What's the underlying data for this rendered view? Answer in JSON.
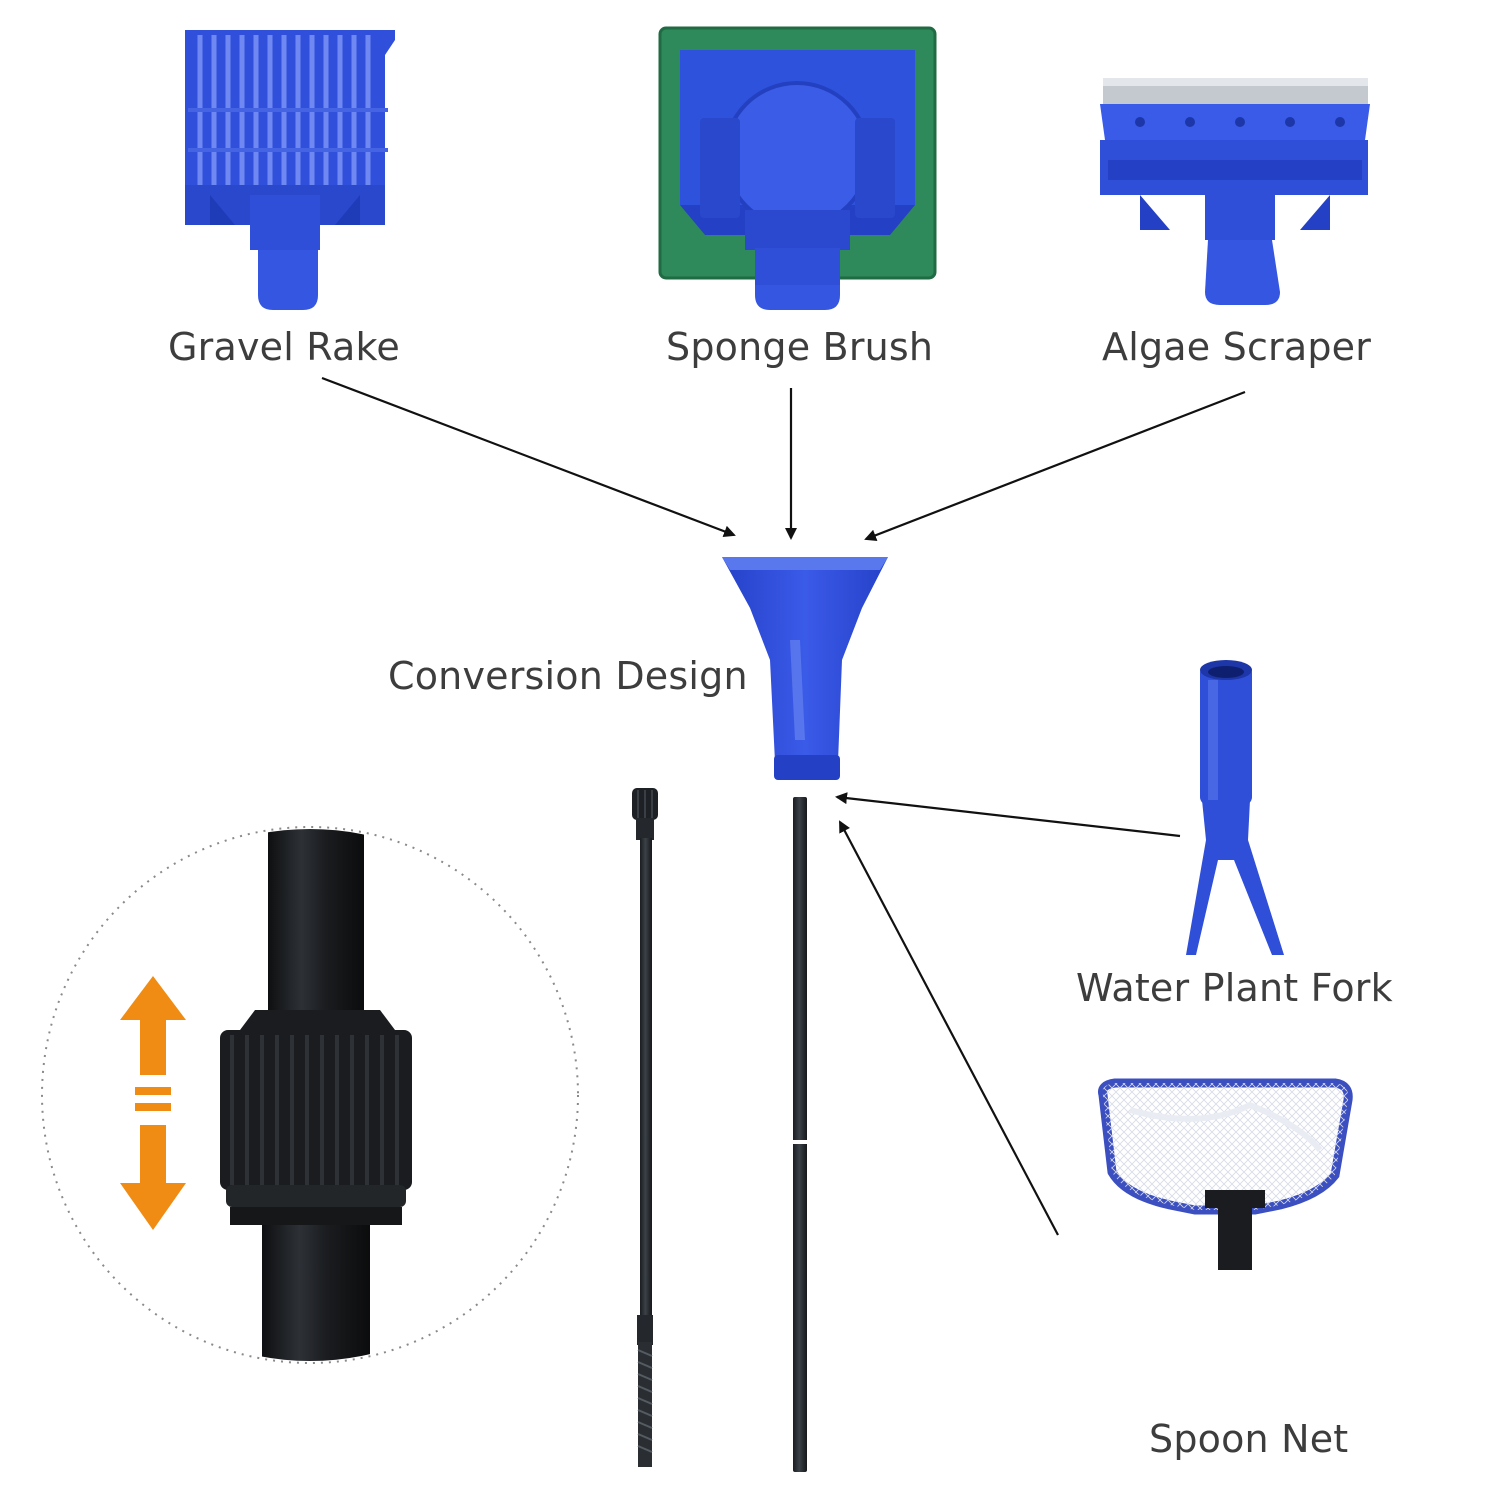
{
  "labels": {
    "gravel_rake": "Gravel Rake",
    "sponge_brush": "Sponge Brush",
    "algae_scraper": "Algae Scraper",
    "conversion_design": "Conversion Design",
    "water_plant_fork": "Water Plant Fork",
    "spoon_net": "Spoon Net"
  },
  "colors": {
    "plastic_blue": "#2f4fd8",
    "plastic_blue_dark": "#1d36a8",
    "plastic_blue_light": "#5a78ee",
    "sponge_green": "#2e8a5a",
    "rod_black": "#2a2e33",
    "arrow_orange": "#f08c14",
    "label_gray": "#3d3d3d",
    "net_blue": "#3b4fc0"
  }
}
